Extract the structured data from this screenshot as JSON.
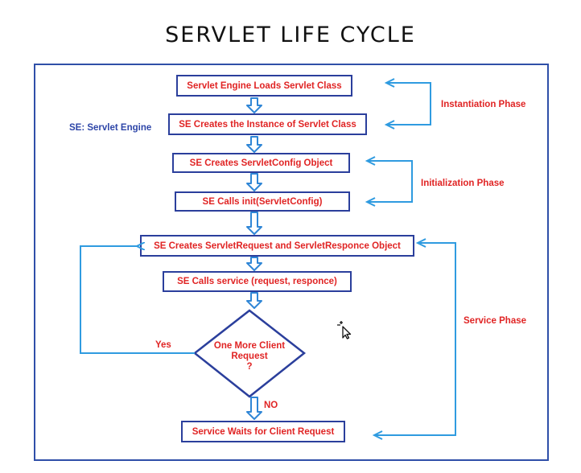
{
  "title": "SERVLET LIFE CYCLE",
  "legend": "SE: Servlet Engine",
  "steps": {
    "load": "Servlet Engine Loads Servlet Class",
    "instance": "SE Creates the Instance of Servlet Class",
    "config": "SE Creates  ServletConfig Object",
    "init": "SE Calls init(ServletConfig)",
    "request": "SE Creates ServletRequest and ServletResponce Object",
    "service": "SE Calls service (request, responce)",
    "wait": "Service Waits for Client Request"
  },
  "decision": {
    "line1": "One More Client",
    "line2": "Request",
    "line3": "?",
    "yes": "Yes",
    "no": "NO"
  },
  "phases": {
    "instantiation": "Instantiation Phase",
    "initialization": "Initialization Phase",
    "service": "Service Phase"
  },
  "colors": {
    "box_border": "#2b3f9c",
    "box_text": "#e02424",
    "connector_flow": "#2f86d6",
    "connector_phase": "#2f9be0",
    "frame": "#2f4fa8"
  }
}
